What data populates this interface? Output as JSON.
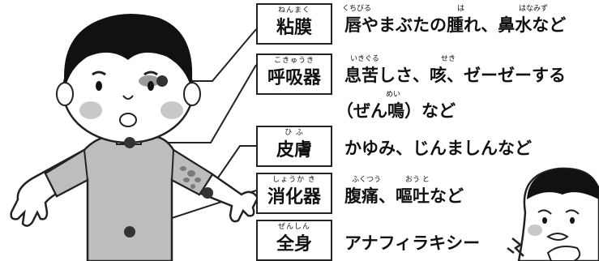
{
  "sections": [
    {
      "id": "mucosa",
      "ruby": "ねんまく",
      "label": "粘膜",
      "desc_ruby": [
        "くちびる",
        "は",
        "はなみず"
      ],
      "desc": "唇やまぶたの腫れ、鼻水など"
    },
    {
      "id": "respiratory",
      "ruby": "こきゅうき",
      "label": "呼吸器",
      "desc_ruby": [
        "いきぐる",
        "せき"
      ],
      "desc": "息苦しさ、咳、ゼーゼーする",
      "desc_ruby2": "めい",
      "desc2": "（ぜん鳴）など"
    },
    {
      "id": "skin",
      "ruby": "ひ ふ",
      "label": "皮膚",
      "desc": "かゆみ、じんましんなど"
    },
    {
      "id": "digestive",
      "ruby": "しょうか き",
      "label": "消化器",
      "desc_ruby": [
        "ふくつう",
        "おう と"
      ],
      "desc": "腹痛、嘔吐など"
    },
    {
      "id": "wholebody",
      "ruby": "ぜんしん",
      "label": "全身",
      "desc": "アナフィラキシー"
    }
  ],
  "colors": {
    "line": "#222222",
    "shirt": "#bdbdbd",
    "hair": "#111111",
    "cheek": "#c8c8c8",
    "rash": "#7a7a7a",
    "dot": "#333333"
  }
}
